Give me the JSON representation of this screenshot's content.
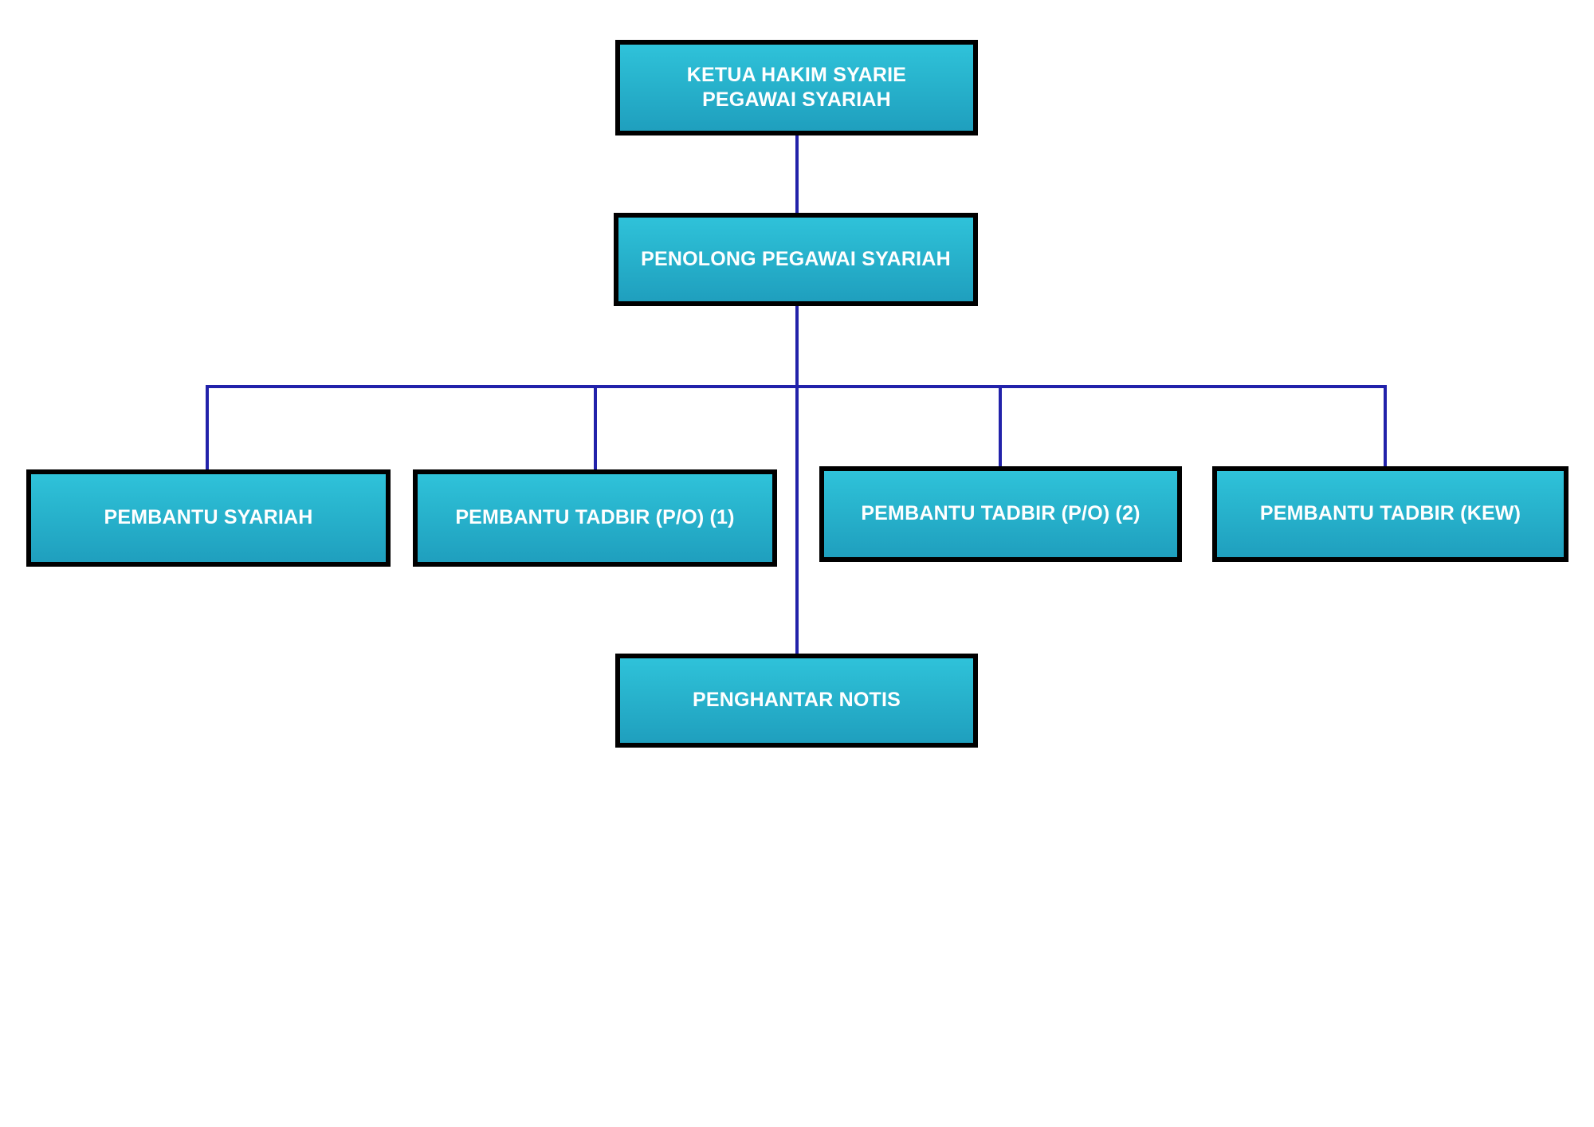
{
  "chart": {
    "type": "organization-chart",
    "background_color": "#ffffff",
    "node_fill_top": "#2fc2da",
    "node_fill_bottom": "#1f9fbe",
    "node_border_color": "#000000",
    "node_text_color": "#ffffff",
    "connector_color": "#2222aa",
    "levels": [
      {
        "level": 1,
        "nodes": [
          {
            "id": "ketua-hakim-syarie",
            "line1": "KETUA HAKIM SYARIE",
            "line2": "PEGAWAI SYARIAH"
          }
        ]
      },
      {
        "level": 2,
        "nodes": [
          {
            "id": "penolong-pegawai-syariah",
            "label": "PENOLONG PEGAWAI SYARIAH"
          }
        ]
      },
      {
        "level": 3,
        "nodes": [
          {
            "id": "pembantu-syariah",
            "label": "PEMBANTU SYARIAH"
          },
          {
            "id": "pembantu-tadbir-po-1",
            "label": "PEMBANTU TADBIR (P/O) (1)"
          },
          {
            "id": "pembantu-tadbir-po-2",
            "label": "PEMBANTU TADBIR (P/O) (2)"
          },
          {
            "id": "pembantu-tadbir-kew",
            "label": "PEMBANTU TADBIR (KEW)"
          }
        ]
      },
      {
        "level": 4,
        "nodes": [
          {
            "id": "penghantar-notis",
            "label": "PENGHANTAR NOTIS"
          }
        ]
      }
    ],
    "edges": [
      {
        "from": "ketua-hakim-syarie",
        "to": "penolong-pegawai-syariah"
      },
      {
        "from": "penolong-pegawai-syariah",
        "to": "pembantu-syariah"
      },
      {
        "from": "penolong-pegawai-syariah",
        "to": "pembantu-tadbir-po-1"
      },
      {
        "from": "penolong-pegawai-syariah",
        "to": "pembantu-tadbir-po-2"
      },
      {
        "from": "penolong-pegawai-syariah",
        "to": "pembantu-tadbir-kew"
      },
      {
        "from": "penolong-pegawai-syariah",
        "to": "penghantar-notis"
      }
    ]
  }
}
